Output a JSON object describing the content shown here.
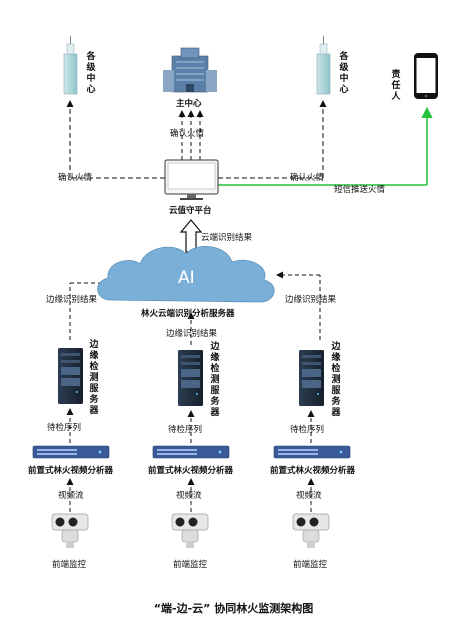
{
  "colors": {
    "edge_arrow": "#111111",
    "sms_arrow": "#27c23a",
    "cloud_fill": "#7ab0d8",
    "server_dark": "#1d2a3a",
    "analyzer": "#3a5a9a"
  },
  "nodes": {
    "left_tower_label": "各级中心",
    "main_center_label": "主中心",
    "right_tower_label": "各级中心",
    "person_label": "责任人",
    "platform_label": "云值守平台",
    "ai_text": "AI",
    "cloud_label": "林火云端识别分析服务器",
    "server_label": "边缘检测服务器",
    "analyzer_label": "前置式林火视频分析器",
    "camera_label": "前端监控"
  },
  "edges": {
    "confirm_fire": "确认火情",
    "sms_push": "短信推送火情",
    "cloud_result": "云端识别结果",
    "edge_result": "边缘识别结果",
    "queue": "待检序列",
    "video": "视频流"
  },
  "caption": "“端-边-云” 协同林火监测架构图"
}
